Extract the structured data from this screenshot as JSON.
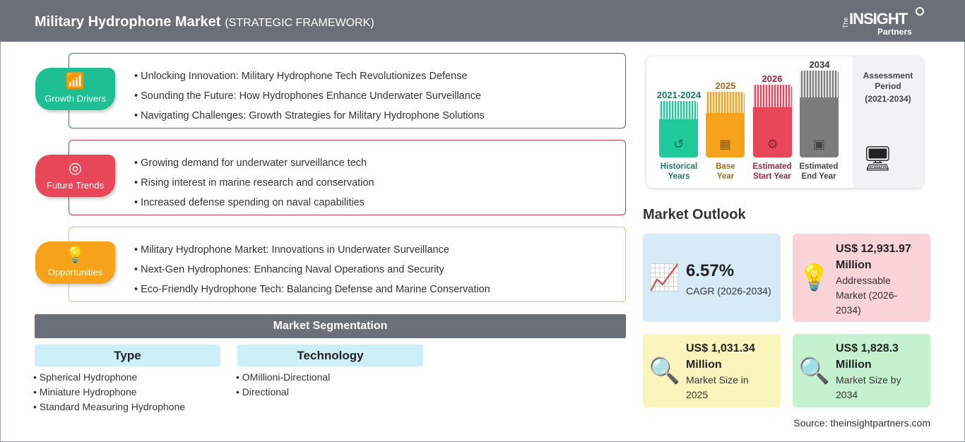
{
  "header": {
    "title": "Military Hydrophone Market",
    "subtitle": "(STRATEGIC FRAMEWORK)",
    "logo": {
      "the": "The",
      "insight": "INSIGHT",
      "partners": "Partners"
    }
  },
  "framework": [
    {
      "label": "Growth Drivers",
      "color": "#1fbf94",
      "border": "#1a8a6c",
      "icon": "growth-chart-icon",
      "items": [
        "Unlocking Innovation: Military Hydrophone Tech Revolutionizes Defense",
        "Sounding the Future: How Hydrophones Enhance Underwater Surveillance",
        "Navigating Challenges: Growth Strategies for Military Hydrophone Solutions"
      ]
    },
    {
      "label": "Future Trends",
      "color": "#e8475a",
      "border": "#c0394a",
      "icon": "target-icon",
      "items": [
        "Growing demand for underwater surveillance tech",
        "Rising interest in marine research and conservation",
        "Increased defense spending on naval capabilities"
      ]
    },
    {
      "label": "Opportunities",
      "color": "#f7a21b",
      "border": "#f0c43a",
      "icon": "lightbulb-hand-icon",
      "items": [
        "Military Hydrophone Market: Innovations in Underwater Surveillance",
        "Next-Gen Hydrophones: Enhancing Naval Operations and Security",
        "Eco-Friendly Hydrophone Tech: Balancing Defense and Marine Conservation"
      ]
    }
  ],
  "segmentation": {
    "title": "Market Segmentation",
    "groups": [
      {
        "title": "Type",
        "items": [
          "Spherical Hydrophone",
          "Miniature Hydrophone",
          "Standard Measuring Hydrophone"
        ]
      },
      {
        "title": "Technology",
        "items": [
          "OMillioni-Directional",
          "Directional"
        ]
      }
    ]
  },
  "period": {
    "columns": [
      {
        "year": "2021-2024",
        "label1": "Historical",
        "label2": "Years",
        "color": "#1fc99a",
        "text": "#1a7a5e"
      },
      {
        "year": "2025",
        "label1": "Base",
        "label2": "Year",
        "color": "#f7a21b",
        "text": "#a86a10"
      },
      {
        "year": "2026",
        "label1": "Estimated",
        "label2": "Start Year",
        "color": "#e8475a",
        "text": "#a0233a"
      },
      {
        "year": "2034",
        "label1": "Estimated",
        "label2": "End Year",
        "color": "#7c7c7c",
        "text": "#444"
      }
    ],
    "assessment": "Assessment Period",
    "assessment_range": "(2021-2034)"
  },
  "outlook": {
    "title": "Market Outlook",
    "cards": [
      {
        "value": "6.57%",
        "label": "CAGR (2026-2034)",
        "bg": "#d6eaf8"
      },
      {
        "value": "US$ 12,931.97 Million",
        "label": "Addressable Market (2026-2034)",
        "bg": "#f9d3d8"
      },
      {
        "value": "US$ 1,031.34 Million",
        "label": "Market Size in 2025",
        "bg": "#fbf5bd"
      },
      {
        "value": "US$ 1,828.3 Million",
        "label": "Market Size by 2034",
        "bg": "#c4f2cf"
      }
    ]
  },
  "source": "Source: theinsightpartners.com"
}
